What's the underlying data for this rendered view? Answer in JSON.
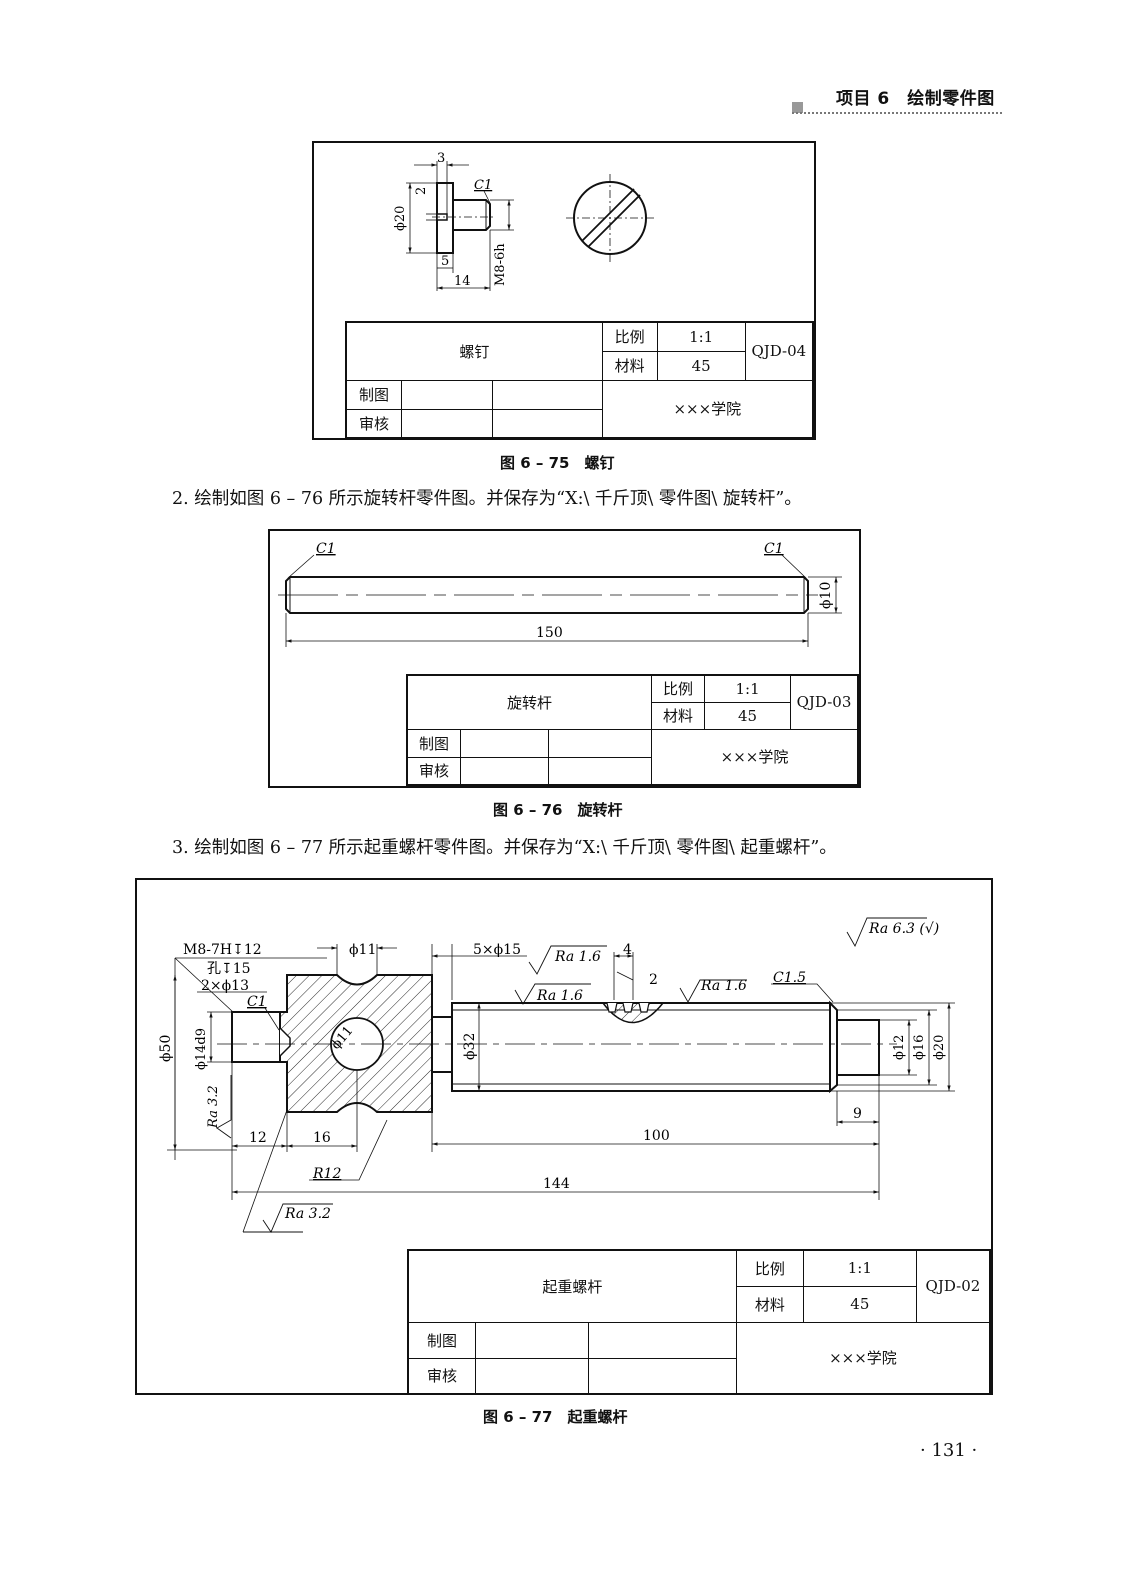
{
  "header": {
    "title": "项目 6　绘制零件图"
  },
  "figures": [
    {
      "caption": "图 6 – 75　螺钉",
      "drawing_labels": {
        "d1": "3",
        "d2": "2",
        "d3": "C1",
        "d4": "ϕ20",
        "d5": "5",
        "d6": "14",
        "d7": "M8-6h"
      },
      "title_block": {
        "part": "螺钉",
        "scale_label": "比例",
        "scale": "1:1",
        "material_label": "材料",
        "material": "45",
        "code": "QJD-04",
        "drawn_label": "制图",
        "checked_label": "审核",
        "org": "×××学院"
      }
    },
    {
      "task": "2. 绘制如图 6 – 76 所示旋转杆零件图。并保存为“X:\\ 千斤顶\\ 零件图\\ 旋转杆”。",
      "caption": "图 6 – 76　旋转杆",
      "drawing_labels": {
        "c1a": "C1",
        "c1b": "C1",
        "dia": "ϕ10",
        "len": "150"
      },
      "title_block": {
        "part": "旋转杆",
        "scale_label": "比例",
        "scale": "1:1",
        "material_label": "材料",
        "material": "45",
        "code": "QJD-03",
        "drawn_label": "制图",
        "checked_label": "审核",
        "org": "×××学院"
      }
    },
    {
      "task": "3. 绘制如图 6 – 77 所示起重螺杆零件图。并保存为“X:\\ 千斤顶\\ 零件图\\ 起重螺杆”。",
      "caption": "图 6 – 77　起重螺杆",
      "drawing_labels": {
        "thread": "M8-7H↧12",
        "hole": "孔↧15",
        "holes": "2×ϕ13",
        "c1": "C1",
        "phi11": "ϕ11",
        "phi11b": "ϕ11",
        "groove": "5×ϕ15",
        "ra16a": "Ra 1.6",
        "n4": "4",
        "n2": "2",
        "ra16b": "Ra 1.6",
        "ra16c": "Ra 1.6",
        "c15": "C1.5",
        "ra63": "Ra 6.3 (√)",
        "phi50": "ϕ50",
        "phi14d9": "ϕ14d9",
        "ra32a": "Ra 3.2",
        "phi32": "ϕ32",
        "phi12": "ϕ12",
        "phi16": "ϕ16",
        "phi20": "ϕ20",
        "n9": "9",
        "n12": "12",
        "n16": "16",
        "n100": "100",
        "r12": "R12",
        "n144": "144",
        "ra32b": "Ra 3.2"
      },
      "title_block": {
        "part": "起重螺杆",
        "scale_label": "比例",
        "scale": "1:1",
        "material_label": "材料",
        "material": "45",
        "code": "QJD-02",
        "drawn_label": "制图",
        "checked_label": "审核",
        "org": "×××学院"
      }
    }
  ],
  "page_number": "· 131 ·"
}
